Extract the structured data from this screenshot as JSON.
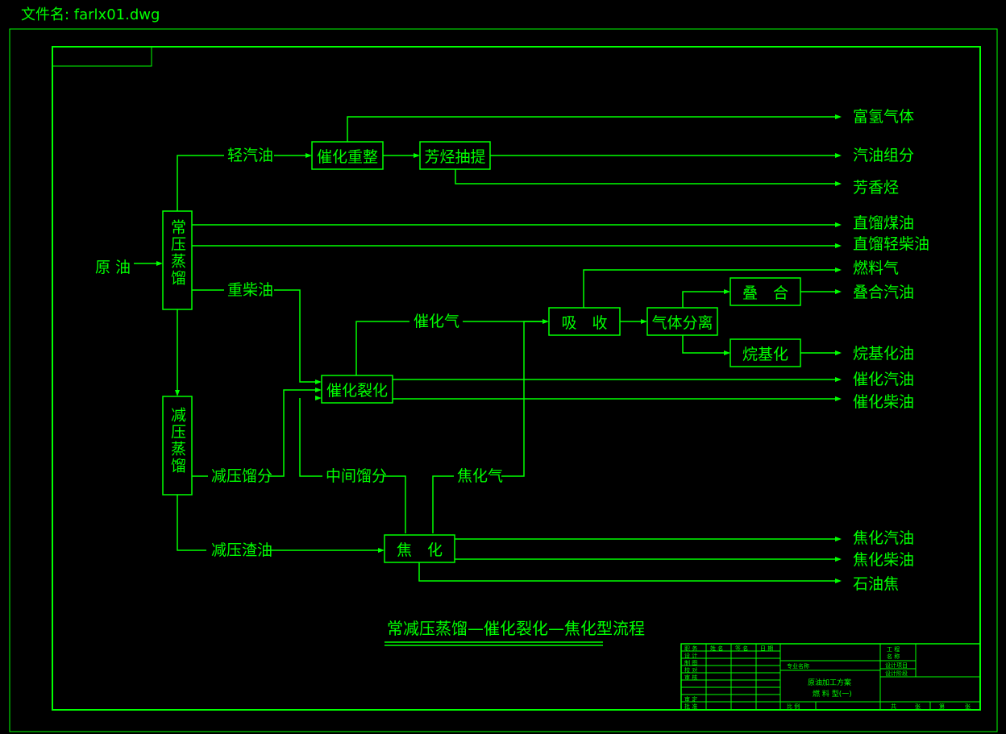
{
  "file_title": "文件名: farlx01.dwg",
  "caption": "常减压蒸馏—催化裂化—焦化型流程",
  "colors": {
    "line": "#00ff00",
    "background": "#000000"
  },
  "inputs": {
    "crude": "原 油"
  },
  "units": {
    "atm": "常压蒸馏",
    "vac": "减压蒸馏",
    "reform": "催化重整",
    "aromatics": "芳烃抽提",
    "absorb": "吸　收",
    "gas_sep": "气体分离",
    "polymer": "叠　合",
    "alkyl": "烷基化",
    "fcc": "催化裂化",
    "coking": "焦　化"
  },
  "streams": {
    "light_gasoline": "轻汽油",
    "heavy_diesel": "重柴油",
    "fcc_gas": "催化气",
    "vgo": "减压馏分",
    "mid_distillate": "中间馏分",
    "coker_gas": "焦化气",
    "vac_residue": "减压渣油"
  },
  "products": {
    "h2_gas": "富氢气体",
    "gasoline_comp": "汽油组分",
    "aromatic_hc": "芳香烃",
    "sr_kerosene": "直馏煤油",
    "sr_light_diesel": "直馏轻柴油",
    "fuel_gas": "燃料气",
    "poly_gasoline": "叠合汽油",
    "alkylate": "烷基化油",
    "fcc_gasoline": "催化汽油",
    "fcc_diesel": "催化柴油",
    "coker_gasoline": "焦化汽油",
    "coker_diesel": "焦化柴油",
    "pet_coke": "石油焦"
  },
  "title_block": {
    "row_labels": [
      "职 务",
      "设 计",
      "制 图",
      "校 对",
      "审 核",
      "",
      "",
      "审 定",
      "批 准"
    ],
    "col_labels": [
      "姓 名",
      "签 名",
      "日 期"
    ],
    "specialty": "专业名称",
    "drawing_title_1": "原油加工方案",
    "drawing_title_2": "燃 料 型(一)",
    "project_1": "工  程",
    "project_2": "名  称",
    "design_no": "设计项目",
    "design_stage": "设计阶段",
    "scale": "比  例",
    "sheet_total": "共",
    "sheet_label": "张",
    "sheet_no": "第",
    "sheet_unit": "张"
  }
}
